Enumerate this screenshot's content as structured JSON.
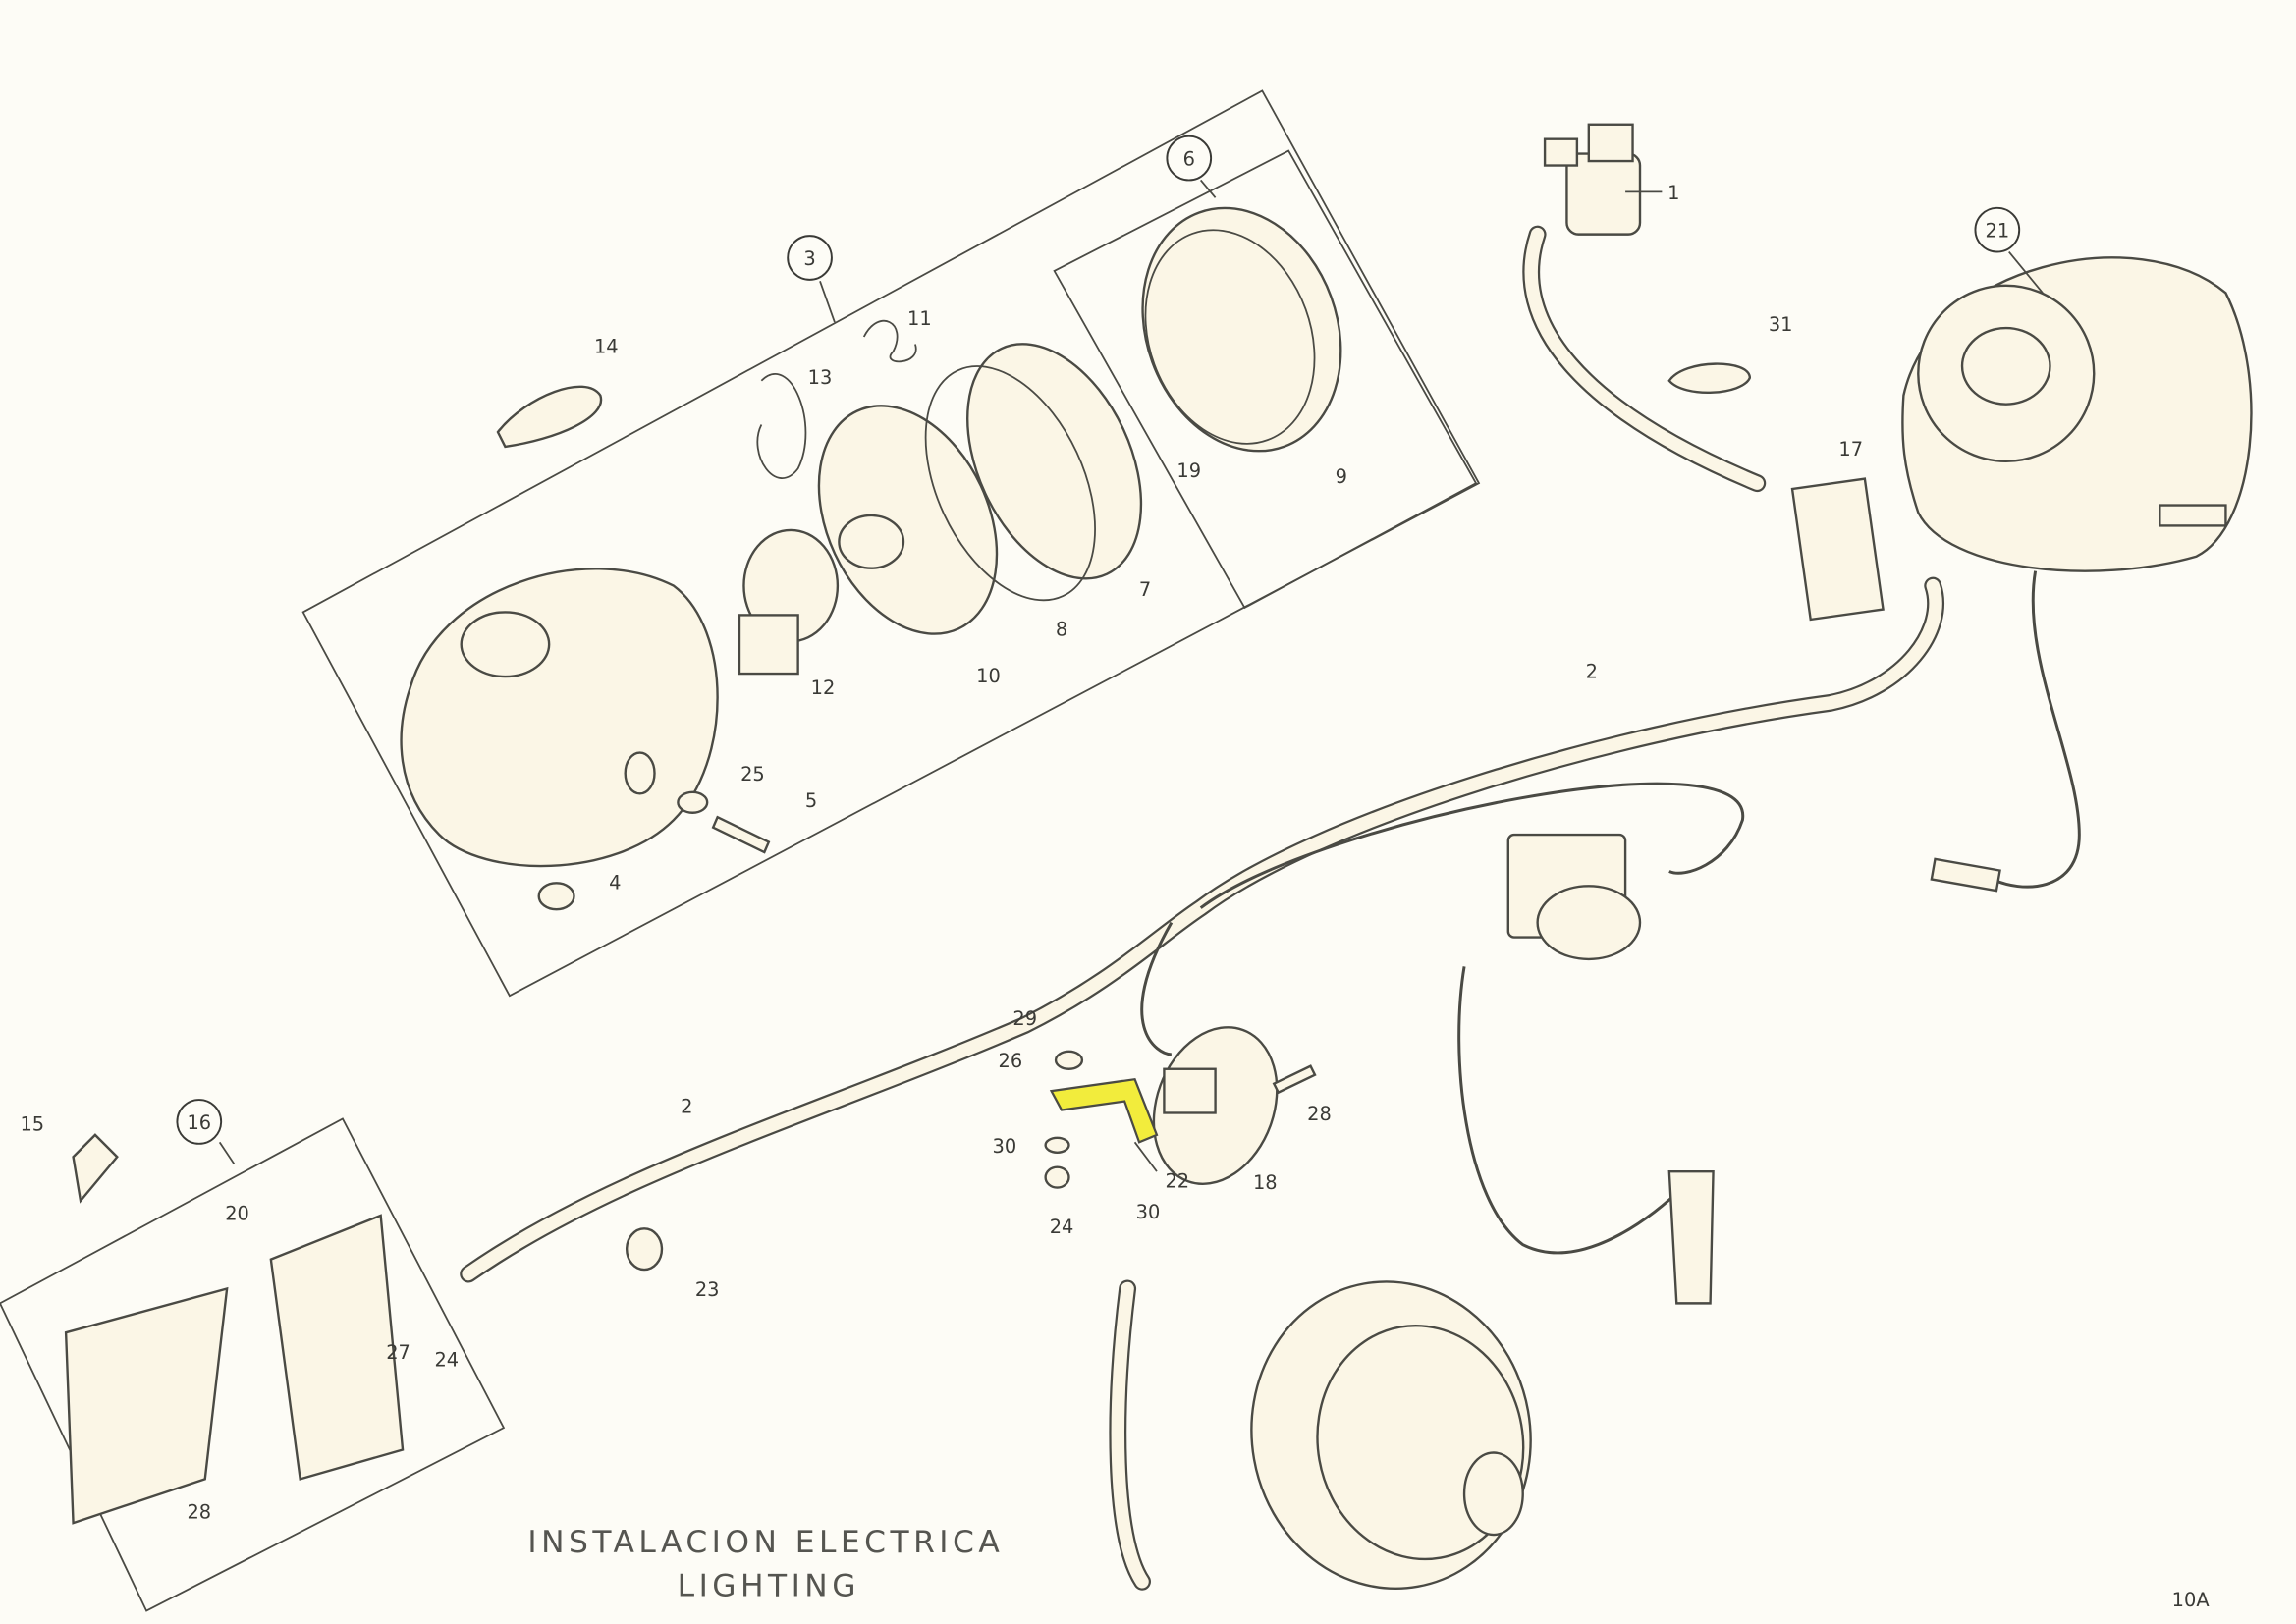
{
  "title": {
    "line1": "INSTALACION ELECTRICA",
    "line2": "LIGHTING"
  },
  "page_number": "10A",
  "highlight_color": "#f2ec3c",
  "labels": {
    "p1": "1",
    "p2a": "2",
    "p2b": "2",
    "p3": "3",
    "p4": "4",
    "p5": "5",
    "p6": "6",
    "p7": "7",
    "p8": "8",
    "p9": "9",
    "p10": "10",
    "p11": "11",
    "p12": "12",
    "p13": "13",
    "p14": "14",
    "p15": "15",
    "p16": "16",
    "p17": "17",
    "p18": "18",
    "p19": "19",
    "p20": "20",
    "p21": "21",
    "p22": "22",
    "p23": "23",
    "p24a": "24",
    "p24b": "24",
    "p25": "25",
    "p26": "26",
    "p27": "27",
    "p28a": "28",
    "p28b": "28",
    "p29": "29",
    "p30a": "30",
    "p30b": "30",
    "p31": "31"
  }
}
